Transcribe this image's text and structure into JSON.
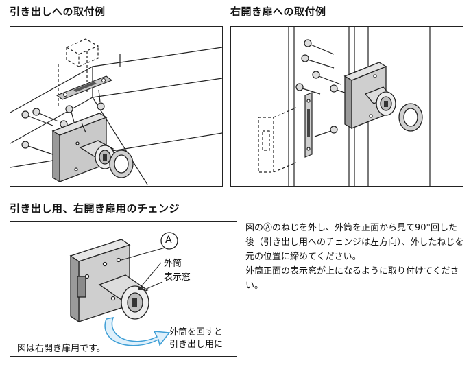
{
  "sections": {
    "drawer_title": "引き出しへの取付例",
    "door_title": "右開き扉への取付例",
    "change_title": "引き出し用、右開き扉用のチェンジ"
  },
  "change_panel": {
    "marker": "A",
    "label_outer_tube": "外筒",
    "label_window": "表示窓",
    "arrow_line1": "外筒を回すと",
    "arrow_line2": "引き出し用に",
    "caption": "図は右開き扉用です。"
  },
  "instructions": {
    "para1": "図のⒶのねじを外し、外筒を正面から見て90°回した後（引き出し用へのチェンジは左方向）、外したねじを元の位置に締めてください。",
    "para2": "外筒正面の表示窓が上になるように取り付けてください。"
  },
  "colors": {
    "line": "#222222",
    "gray": "#bdbdbd",
    "dark": "#6a6a6a",
    "arrow": "#3f9fd6"
  }
}
